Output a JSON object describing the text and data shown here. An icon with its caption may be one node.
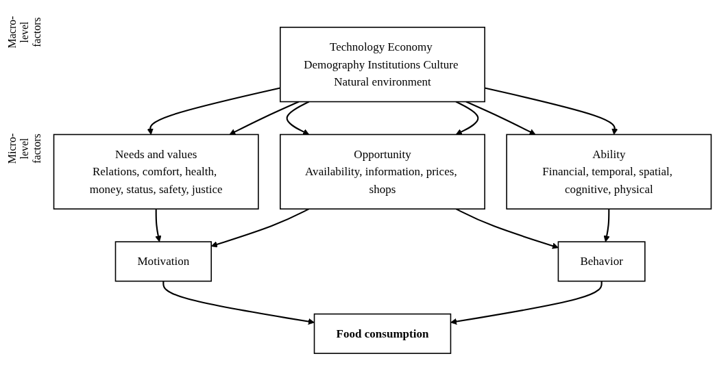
{
  "diagram": {
    "nodes": [
      {
        "text": [
          "Technology Economy Demography Institutions Culture Natural environment"
        ]
      },
      {
        "text": [
          "Needs and values",
          "Relations, comfort, health, money, status, safety, justice"
        ]
      },
      {
        "text": [
          "Opportunity",
          "Availability, information, prices, shops"
        ]
      },
      {
        "text": [
          "Ability",
          "Financial, temporal, spatial, cognitive, physical"
        ]
      },
      {
        "text": [
          "Motivation"
        ]
      },
      {
        "text": [
          "Behavior"
        ]
      },
      {
        "text": [
          "Food consumption"
        ]
      }
    ],
    "edges": [
      {
        "from": 0,
        "to": 1,
        "arrow": "to"
      },
      {
        "from": 0,
        "to": 1,
        "arrow": "to"
      },
      {
        "from": 0,
        "to": 2,
        "arrow": "to"
      },
      {
        "from": 0,
        "to": 2,
        "arrow": "to"
      },
      {
        "from": 0,
        "to": 3,
        "arrow": "to"
      },
      {
        "from": 0,
        "to": 3,
        "arrow": "to"
      },
      {
        "from": 1,
        "to": 4,
        "arrow": "to"
      },
      {
        "from": 2,
        "to": 4,
        "arrow": "to"
      },
      {
        "from": 2,
        "to": 5,
        "arrow": "to"
      },
      {
        "from": 3,
        "to": 5,
        "arrow": "to"
      },
      {
        "from": 4,
        "to": 6,
        "arrow": "to"
      },
      {
        "from": 5,
        "to": 6,
        "arrow": "to"
      }
    ],
    "labels": [
      "Macro-level factors",
      "Micro-level factors"
    ]
  }
}
